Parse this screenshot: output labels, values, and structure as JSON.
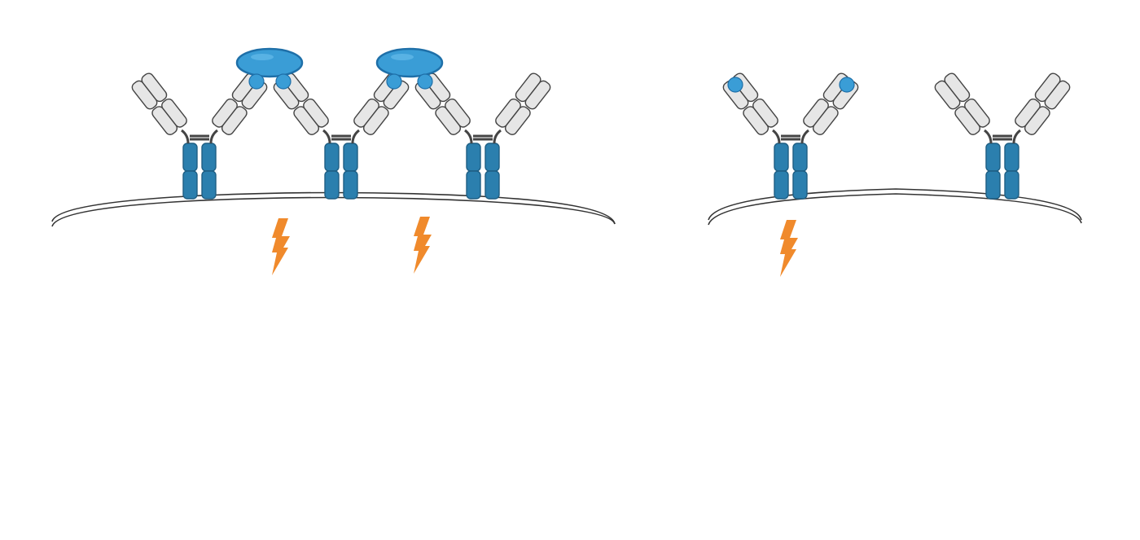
{
  "colors": {
    "background": "#ffffff",
    "receptor_blue": "#2b7fae",
    "receptor_blue_dark": "#1f5f84",
    "fab_gray": "#e6e6e6",
    "outline": "#444444",
    "membrane": "#333333",
    "antigen_blue": "#3a9dd6",
    "antigen_blue_dark": "#1e6fa8",
    "lightning_orange": "#f08a2c"
  },
  "icons": {
    "receptor": "antibody-receptor-icon",
    "antigen_large": "multivalent-antigen-icon",
    "antigen_small": "monovalent-antigen-icon",
    "signal": "lightning-bolt-icon",
    "membrane": "cell-membrane-icon"
  },
  "panels": [
    {
      "name": "crosslinked-panel",
      "receptor_count": 3,
      "multivalent_antigen_count": 2,
      "signal_count": 2
    },
    {
      "name": "unbound-monovalent-panel",
      "receptor_count": 2,
      "monovalent_antigen_count": 2,
      "signal_count": 1
    }
  ]
}
